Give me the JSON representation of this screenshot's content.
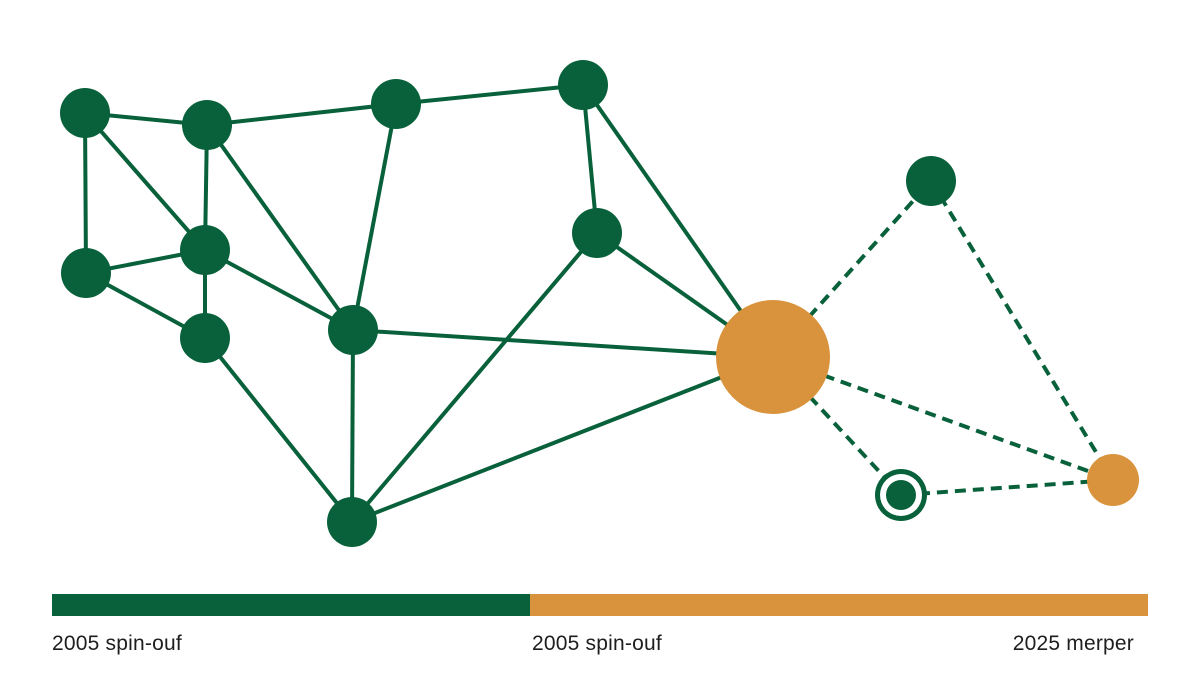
{
  "colors": {
    "green": "#08613a",
    "orange": "#d9933d",
    "text": "#1e1e1e"
  },
  "network": {
    "nodes": [
      {
        "id": "n1",
        "kind": "green"
      },
      {
        "id": "n2",
        "kind": "green"
      },
      {
        "id": "n3",
        "kind": "green"
      },
      {
        "id": "n4",
        "kind": "green"
      },
      {
        "id": "n5",
        "kind": "green"
      },
      {
        "id": "n6",
        "kind": "green"
      },
      {
        "id": "n7",
        "kind": "green"
      },
      {
        "id": "n8",
        "kind": "green"
      },
      {
        "id": "n9",
        "kind": "green"
      },
      {
        "id": "n10",
        "kind": "green"
      },
      {
        "id": "n11",
        "kind": "green"
      },
      {
        "id": "hub",
        "kind": "orange-large"
      },
      {
        "id": "n12",
        "kind": "green"
      },
      {
        "id": "n13",
        "kind": "green-ringed"
      },
      {
        "id": "n14",
        "kind": "orange-small"
      }
    ],
    "edges": [
      {
        "from": "n1",
        "to": "n2",
        "style": "solid"
      },
      {
        "from": "n1",
        "to": "n4",
        "style": "solid"
      },
      {
        "from": "n1",
        "to": "n5",
        "style": "solid"
      },
      {
        "from": "n2",
        "to": "n3",
        "style": "solid"
      },
      {
        "from": "n2",
        "to": "n5",
        "style": "solid"
      },
      {
        "from": "n2",
        "to": "n7",
        "style": "solid"
      },
      {
        "from": "n3",
        "to": "n8",
        "style": "solid"
      },
      {
        "from": "n3",
        "to": "n7",
        "style": "solid"
      },
      {
        "from": "n8",
        "to": "n9",
        "style": "solid"
      },
      {
        "from": "n8",
        "to": "hub",
        "style": "solid"
      },
      {
        "from": "n4",
        "to": "n5",
        "style": "solid"
      },
      {
        "from": "n4",
        "to": "n6",
        "style": "solid"
      },
      {
        "from": "n5",
        "to": "n6",
        "style": "solid"
      },
      {
        "from": "n5",
        "to": "n7",
        "style": "solid"
      },
      {
        "from": "n6",
        "to": "n10",
        "style": "solid"
      },
      {
        "from": "n7",
        "to": "n10",
        "style": "solid"
      },
      {
        "from": "n7",
        "to": "hub",
        "style": "solid"
      },
      {
        "from": "n9",
        "to": "hub",
        "style": "solid"
      },
      {
        "from": "n9",
        "to": "n10",
        "style": "solid"
      },
      {
        "from": "n10",
        "to": "hub",
        "style": "solid"
      },
      {
        "from": "hub",
        "to": "n12",
        "style": "dashed"
      },
      {
        "from": "hub",
        "to": "n13",
        "style": "dashed"
      },
      {
        "from": "hub",
        "to": "n14",
        "style": "dashed"
      },
      {
        "from": "n12",
        "to": "n14",
        "style": "dashed"
      },
      {
        "from": "n13",
        "to": "n14",
        "style": "dashed"
      }
    ]
  },
  "timeline": {
    "split_fraction": 0.4364,
    "label_start": "2005 spin-ouf",
    "label_mid": "2005 spin-ouf",
    "label_end": "2025 merper"
  }
}
